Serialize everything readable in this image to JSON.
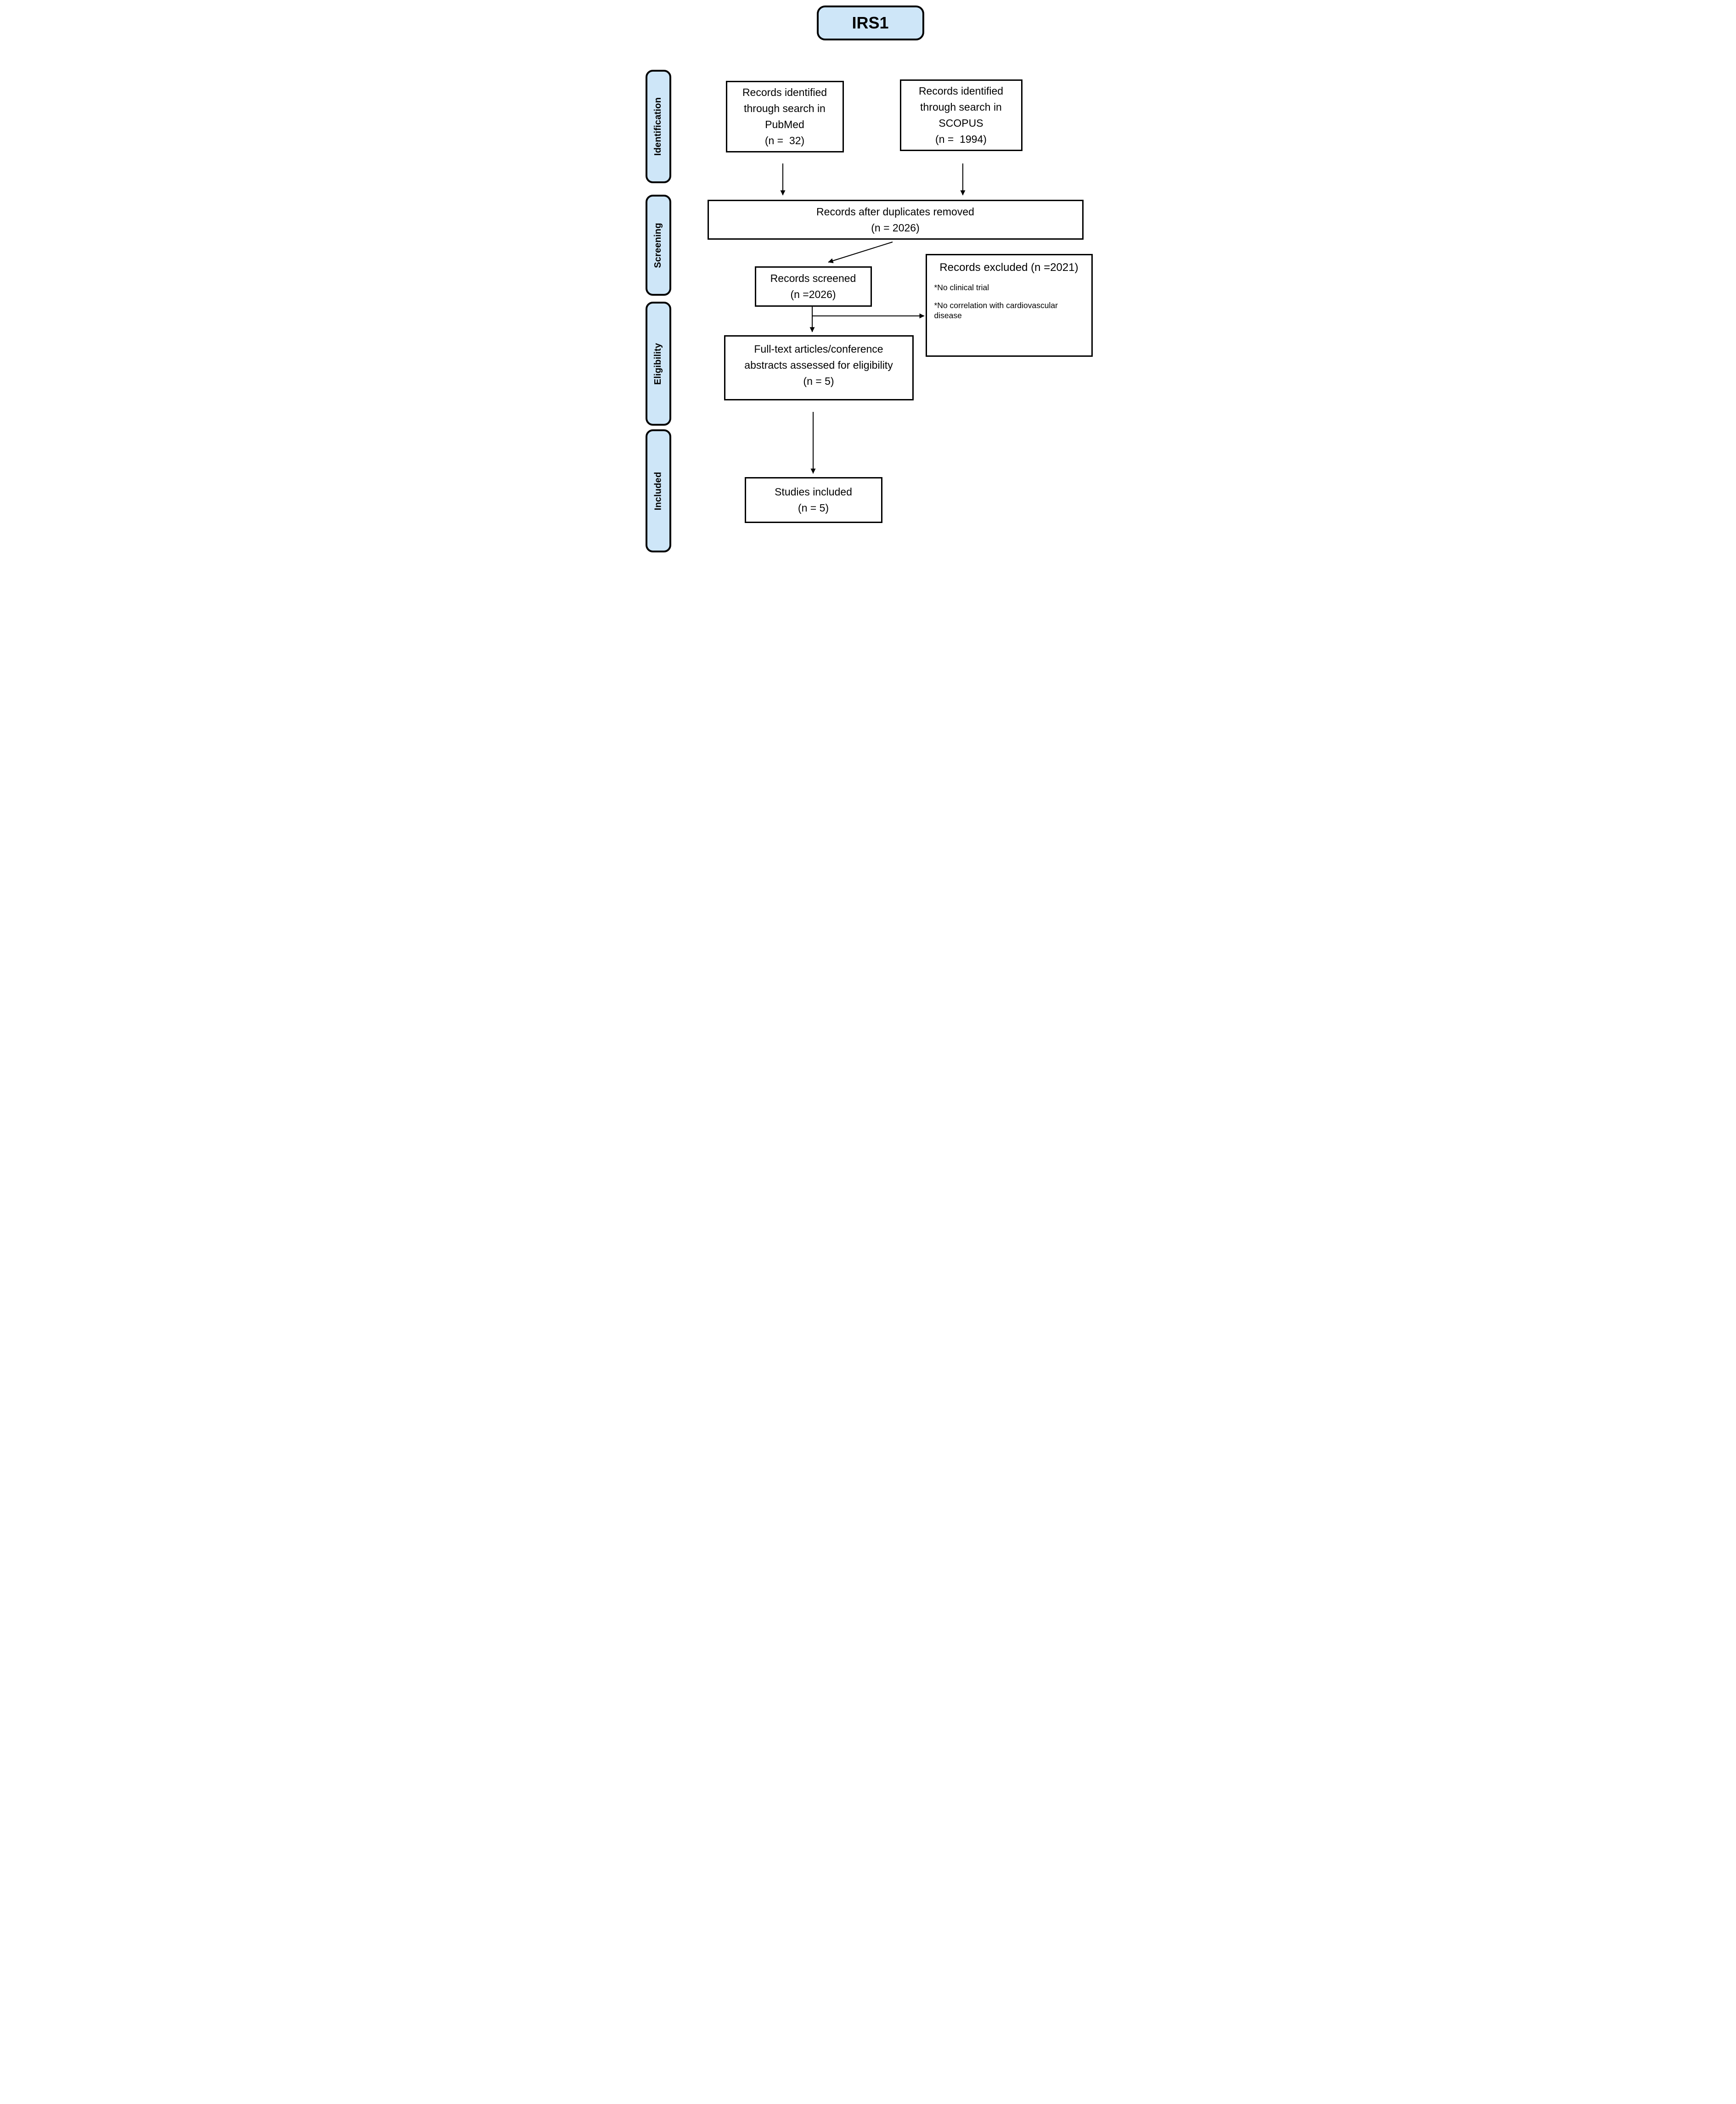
{
  "title_box": {
    "label": "IRS1"
  },
  "sidebar": {
    "fill_color": "#cee6f8",
    "stages": [
      {
        "id": "identification",
        "label": "Identification"
      },
      {
        "id": "screening",
        "label": "Screening"
      },
      {
        "id": "eligibility",
        "label": "Eligibility"
      },
      {
        "id": "included",
        "label": "Included"
      }
    ]
  },
  "boxes": {
    "pubmed": {
      "text": "Records identified\nthrough search in\nPubMed\n(n =  32)"
    },
    "scopus": {
      "text": "Records identified\nthrough search in\nSCOPUS\n(n =  1994)"
    },
    "duplicates_removed": {
      "text": "Records after duplicates removed\n(n = 2026)"
    },
    "screened": {
      "text": "Records screened\n(n =2026)"
    },
    "excluded": {
      "title": "Records excluded (n =2021)",
      "bullets": [
        "*No clinical trial",
        "*No correlation with cardiovascular disease"
      ]
    },
    "full_text_assessed": {
      "text": "Full-text articles/conference\nabstracts assessed for eligibility\n(n = 5)"
    },
    "studies_included": {
      "text": "Studies included\n(n = 5)"
    }
  },
  "colors": {
    "stage_fill": "#cee6f8",
    "box_fill": "#ffffff",
    "border": "#000000",
    "text": "#000000",
    "background": "#ffffff"
  }
}
